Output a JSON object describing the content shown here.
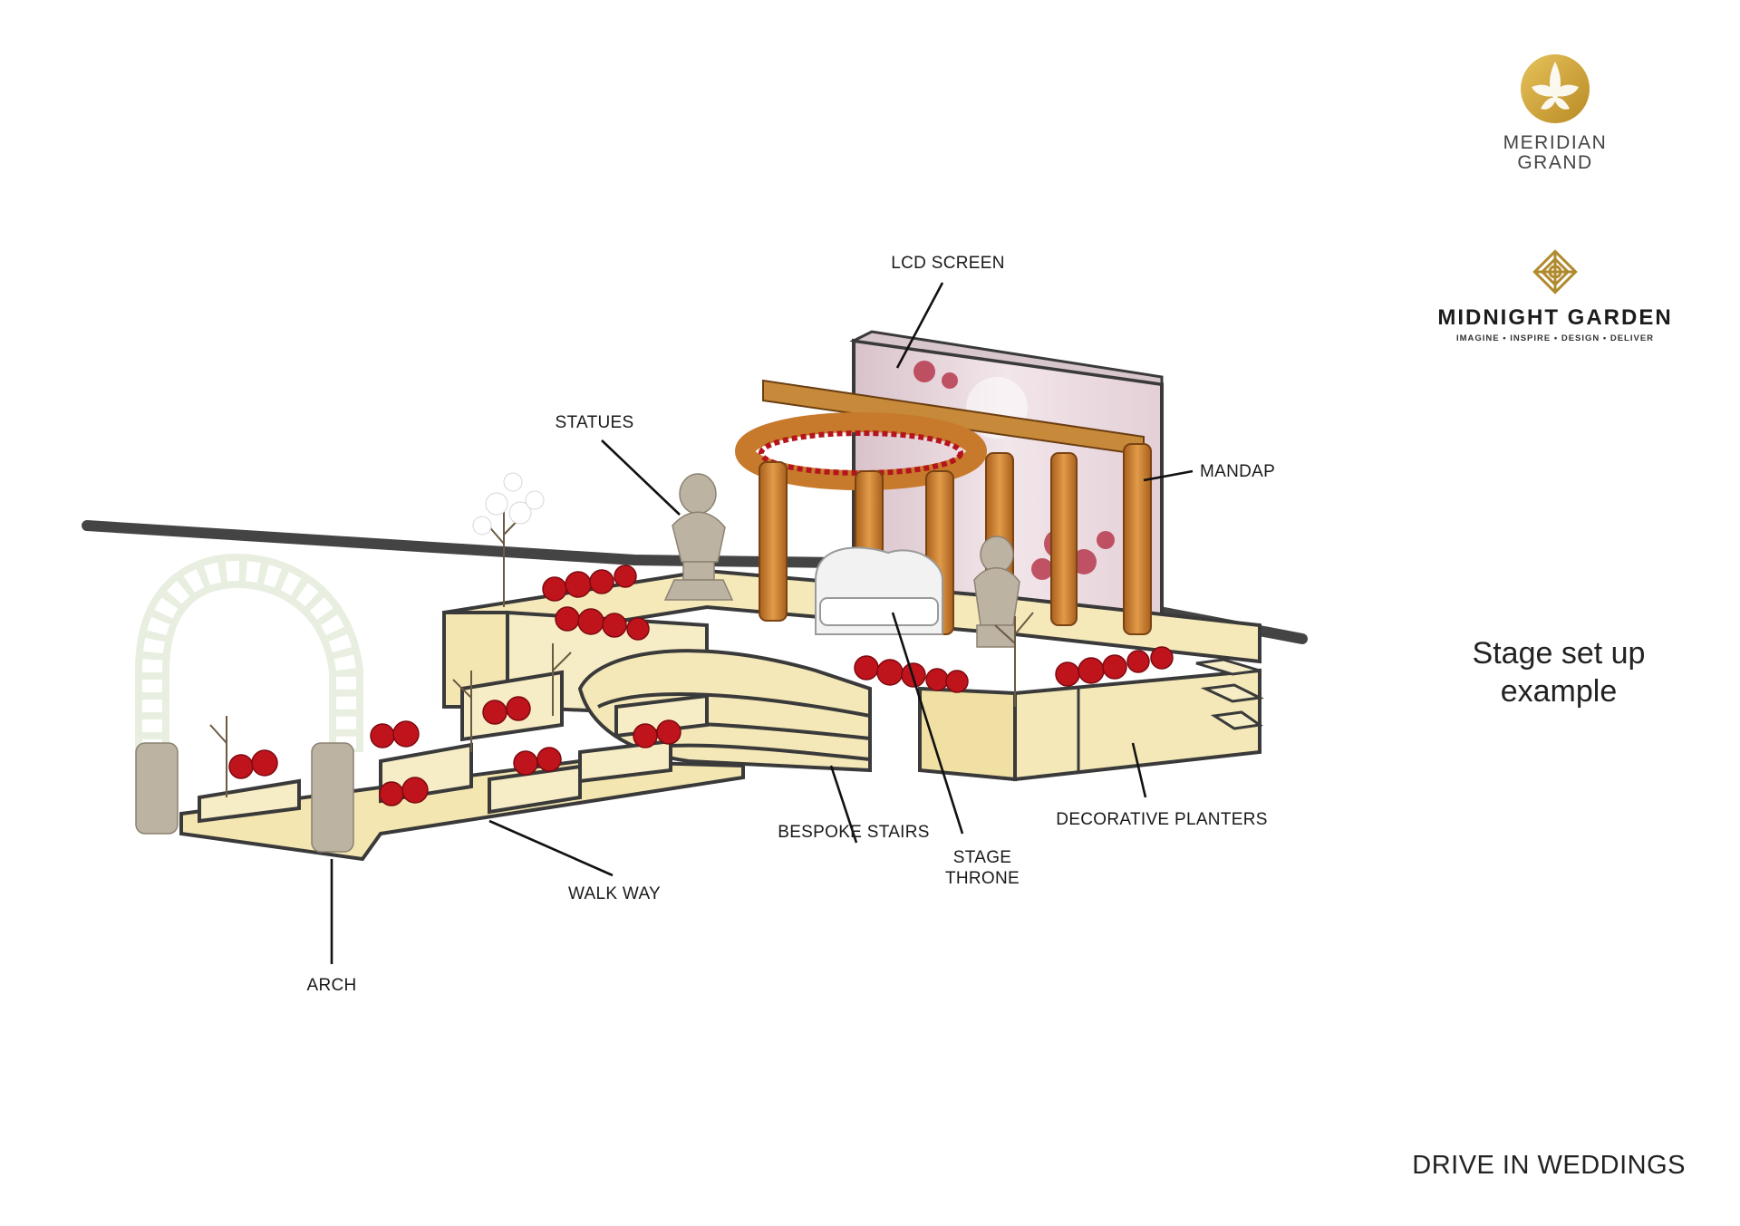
{
  "brands": {
    "meridian": {
      "line1": "MERIDIAN",
      "line2": "GRAND",
      "color": "#C9A035"
    },
    "midnight": {
      "name": "MIDNIGHT GARDEN",
      "tagline": "IMAGINE • INSPIRE • DESIGN • DELIVER",
      "color": "#B08A2E"
    }
  },
  "page": {
    "title_line1": "Stage set up",
    "title_line2": "example",
    "footer": "DRIVE IN WEDDINGS"
  },
  "callouts": {
    "lcd_screen": "LCD SCREEN",
    "statues": "STATUES",
    "mandap": "MANDAP",
    "bespoke_stairs": "BESPOKE STAIRS",
    "stage_throne_line1": "STAGE",
    "stage_throne_line2": "THRONE",
    "decorative_planters": "DECORATIVE PLANTERS",
    "walk_way": "WALK WAY",
    "arch": "ARCH"
  },
  "colors": {
    "platform": "#F3E6B0",
    "platform_light": "#F8EFC8",
    "outline": "#3a3a3a",
    "flowers": "#C0141C",
    "mandap_wood": "#C77A2C",
    "screen": "#E7D3DA",
    "statue": "#B8AE9C"
  }
}
